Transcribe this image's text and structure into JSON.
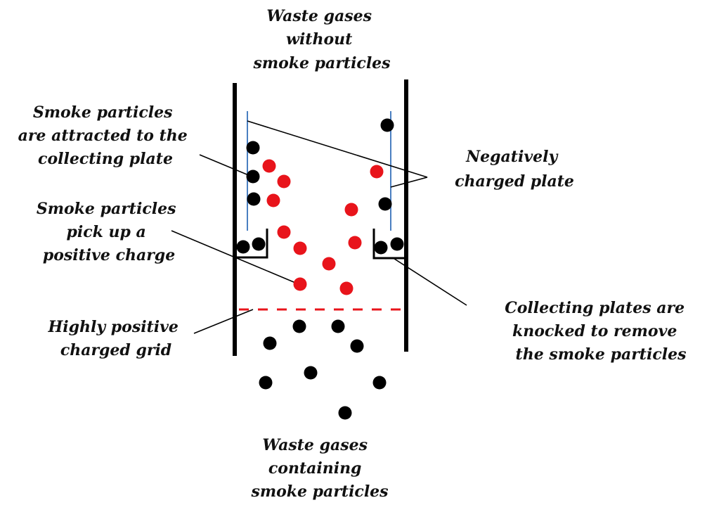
{
  "labels": {
    "top": [
      "Waste gases",
      "without",
      "smoke particles"
    ],
    "attracted": [
      "Smoke particles",
      "are attracted to the",
      "collecting plate"
    ],
    "charge": [
      "Smoke particles",
      "pick up a",
      "positive charge"
    ],
    "grid": [
      "Highly positive",
      "charged grid"
    ],
    "negative_plate": [
      "Negatively",
      "charged plate"
    ],
    "knocked": [
      "Collecting plates are",
      "knocked to remove",
      "the smoke particles"
    ],
    "bottom": [
      "Waste gases",
      "containing",
      "smoke particles"
    ]
  },
  "colors": {
    "wall": "#000000",
    "plate": "#4a7fc1",
    "charged_particle": "#e8141b",
    "smoke_particle": "#000000",
    "grid": "#e8141b"
  }
}
